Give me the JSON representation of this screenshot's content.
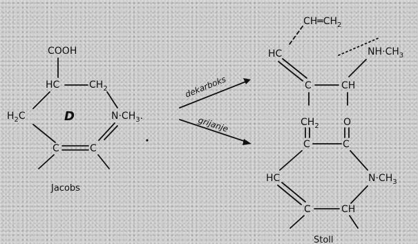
{
  "jacobs": {
    "cooh": "COOH",
    "hc": "HC",
    "ch2": "CH",
    "ch2_sub": "2",
    "h2c": "H",
    "h2c_sub": "2",
    "h2c_c": "C",
    "ring_letter": "D",
    "nmethyl": "N·CH",
    "nmethyl_sub": "3",
    "nmethyl_dot": ".",
    "c_left": "C",
    "c_right": "C",
    "name": "Jacobs"
  },
  "arrows": {
    "upper_label": "dekarboks",
    "lower_label": "grijanje"
  },
  "product_top": {
    "ch_ch2": "CH═CH",
    "ch_ch2_sub": "2",
    "hc": "HC",
    "nhme": "NH·CH",
    "nhme_sub": "3",
    "c": "C",
    "ch": "CH"
  },
  "stoll": {
    "ch2": "CH",
    "ch2_sub": "2",
    "o": "O",
    "c_top_left": "C",
    "c_top_right": "C",
    "hc": "HC",
    "nmethyl": "N·CH",
    "nmethyl_sub": "3",
    "c_bottom": "C",
    "ch_bottom": "CH",
    "name": "Stoll"
  }
}
